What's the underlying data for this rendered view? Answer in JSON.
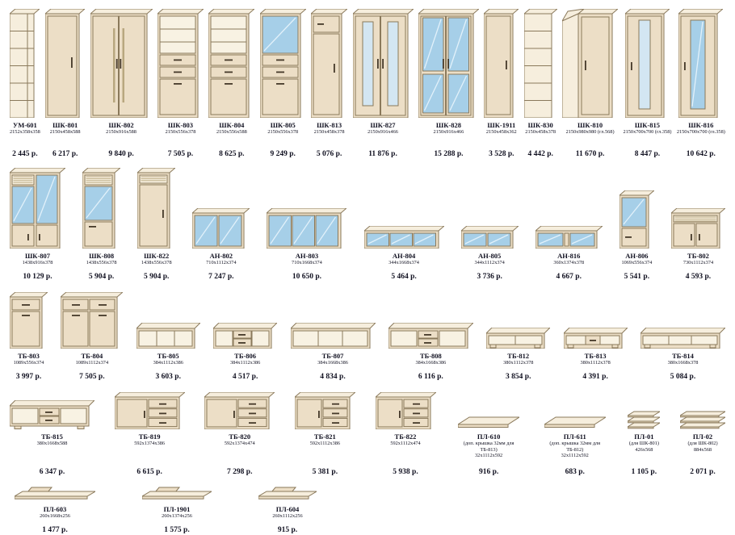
{
  "colors": {
    "beige": "#ecdec6",
    "beige_light": "#f6eedd",
    "glass": "#a6cfe8",
    "glass_light": "#d3e6f2",
    "stroke": "#8a795b",
    "handle": "#45392a",
    "stripe": "#b8a77f"
  },
  "rows": [
    {
      "name": "wardrobes",
      "items": [
        {
          "code": "УМ-601",
          "dims": "2152x358x358",
          "price": "2 445 р.",
          "drawing": "tall-corner-shelf"
        },
        {
          "code": "ШК-801",
          "dims": "2150x458x588",
          "price": "6 217 р.",
          "drawing": "wardrobe-1door"
        },
        {
          "code": "ШК-802",
          "dims": "2150x916x588",
          "price": "9 840 р.",
          "drawing": "wardrobe-2door"
        },
        {
          "code": "ШК-803",
          "dims": "2150x556x378",
          "price": "7 505 р.",
          "drawing": "cabinet-shelves-drawers"
        },
        {
          "code": "ШК-804",
          "dims": "2150x556x588",
          "price": "8 625 р.",
          "drawing": "cabinet-shelves-drawers"
        },
        {
          "code": "ШК-805",
          "dims": "2150x556x378",
          "price": "9 249 р.",
          "drawing": "cabinet-glass-drawers"
        },
        {
          "code": "ШК-813",
          "dims": "2150x458x378",
          "price": "5 076 р.",
          "drawing": "wardrobe-narrow-2door"
        },
        {
          "code": "ШК-827",
          "dims": "2150x916x466",
          "price": "11 876 р.",
          "drawing": "wardrobe-2door-mirror"
        },
        {
          "code": "ШК-828",
          "dims": "2150x916x466",
          "price": "15 288 р.",
          "drawing": "wardrobe-2door-glass"
        },
        {
          "code": "ШК-1911",
          "dims": "2150x458x362",
          "price": "3 528 р.",
          "drawing": "wardrobe-narrow"
        },
        {
          "code": "ШК-830",
          "dims": "2150x458x378",
          "price": "4 442 р.",
          "drawing": "open-shelf-unit"
        },
        {
          "code": "ШК-810",
          "dims": "2150x980x980 (гл.568)",
          "price": "11 670 р.",
          "drawing": "corner-wardrobe"
        },
        {
          "code": "ШК-815",
          "dims": "2150x700x700 (гл.358)",
          "price": "8 447 р.",
          "drawing": "corner-wardrobe-mirror"
        },
        {
          "code": "ШК-816",
          "dims": "2150x700x700 (гл.358)",
          "price": "10 642 р.",
          "drawing": "corner-wardrobe-glass"
        }
      ]
    },
    {
      "name": "display-and-wall",
      "items": [
        {
          "code": "ШК-807",
          "dims": "1438x916x378",
          "price": "10 129 р.",
          "drawing": "display-2door-glass"
        },
        {
          "code": "ШК-808",
          "dims": "1438x556x378",
          "price": "5 904 р.",
          "drawing": "display-1door-glass"
        },
        {
          "code": "ШК-822",
          "dims": "1438x556x378",
          "price": "5 904 р.",
          "drawing": "cabinet-1door-striped"
        },
        {
          "code": "АН-802",
          "dims": "710x1112x374",
          "price": "7 247 р.",
          "drawing": "wall-cabinet-2glass"
        },
        {
          "code": "АН-803",
          "dims": "710x1668x374",
          "price": "10 650 р.",
          "drawing": "wall-cabinet-3glass"
        },
        {
          "code": "АН-804",
          "dims": "344x1668x374",
          "price": "5 464 р.",
          "drawing": "wall-shelf-3glass"
        },
        {
          "code": "АН-805",
          "dims": "344x1112x374",
          "price": "3 736 р.",
          "drawing": "wall-shelf-2glass"
        },
        {
          "code": "АН-816",
          "dims": "360x1374x378",
          "price": "4 667 р.",
          "drawing": "wall-shelf-glass-wide"
        },
        {
          "code": "АН-806",
          "dims": "1069x556x374",
          "price": "5 541 р.",
          "drawing": "display-small-glass"
        },
        {
          "code": "ТБ-802",
          "dims": "730x1112x374",
          "price": "4 593 р.",
          "drawing": "cabinet-2door-striped"
        }
      ]
    },
    {
      "name": "chests-tv",
      "items": [
        {
          "code": "ТБ-803",
          "dims": "1089x556x374",
          "price": "3 997 р.",
          "drawing": "chest-drawer-door"
        },
        {
          "code": "ТБ-804",
          "dims": "1089x1112x374",
          "price": "7 505 р.",
          "drawing": "chest-2drawer-2door"
        },
        {
          "code": "ТБ-805",
          "dims": "384x1112x386",
          "price": "3 603 р.",
          "drawing": "tv-stand-open"
        },
        {
          "code": "ТБ-806",
          "dims": "384x1112x386",
          "price": "4 517 р.",
          "drawing": "tv-stand-drawers"
        },
        {
          "code": "ТБ-807",
          "dims": "384x1668x386",
          "price": "4 834 р.",
          "drawing": "tv-stand-open-wide"
        },
        {
          "code": "ТБ-808",
          "dims": "384x1668x386",
          "price": "6 116 р.",
          "drawing": "tv-stand-drawers-wide"
        },
        {
          "code": "ТБ-812",
          "dims": "380x1112x378",
          "price": "3 854 р.",
          "drawing": "tv-stand-low"
        },
        {
          "code": "ТБ-813",
          "dims": "380x1112x378",
          "price": "4 391 р.",
          "drawing": "tv-stand-low-drawer"
        },
        {
          "code": "ТБ-814",
          "dims": "380x1668x378",
          "price": "5 084 р.",
          "drawing": "tv-stand-low-wide"
        }
      ]
    },
    {
      "name": "commodes-panels",
      "items": [
        {
          "code": "ТБ-815",
          "dims": "380x1668x588",
          "price": "6 347 р.",
          "drawing": "tv-stand-wide-feet"
        },
        {
          "code": "ТБ-819",
          "dims": "592x1374x386",
          "price": "6 615 р.",
          "drawing": "chest-door-3drawers-wide"
        },
        {
          "code": "ТБ-820",
          "dims": "592x1374x474",
          "price": "7 298 р.",
          "drawing": "chest-door-3drawers-wide"
        },
        {
          "code": "ТБ-821",
          "dims": "592x1112x386",
          "price": "5 381 р.",
          "drawing": "chest-door-3drawers"
        },
        {
          "code": "ТБ-822",
          "dims": "592x1112x474",
          "price": "5 938 р.",
          "drawing": "chest-door-3drawers"
        },
        {
          "code": "ПЛ-610",
          "note": "(доп. крышка 32мм для ТБ-813)",
          "dims": "32x1112x592",
          "price": "916 р.",
          "drawing": "top-panel"
        },
        {
          "code": "ПЛ-611",
          "note": "(доп. крышка 32мм для ТБ-812)",
          "dims": "32x1112x592",
          "price": "683 р.",
          "drawing": "top-panel"
        },
        {
          "code": "ПЛ-01",
          "note": "(для ШК-801)",
          "dims": "426x568",
          "price": "1 105 р.",
          "drawing": "shelf-pack-small"
        },
        {
          "code": "ПЛ-02",
          "note": "(для ШК-802)",
          "dims": "884x568",
          "price": "2 071 р.",
          "drawing": "shelf-pack-wide"
        }
      ]
    },
    {
      "name": "wall-shelves",
      "items": [
        {
          "code": "ПЛ-603",
          "dims": "260x1668x256",
          "price": "1 477 р.",
          "drawing": "wall-shelf-long"
        },
        {
          "code": "ПЛ-1901",
          "dims": "260x1374x256",
          "price": "1 575 р.",
          "drawing": "wall-shelf-medium"
        },
        {
          "code": "ПЛ-604",
          "dims": "260x1112x256",
          "price": "915 р.",
          "drawing": "wall-shelf-short"
        }
      ]
    }
  ]
}
